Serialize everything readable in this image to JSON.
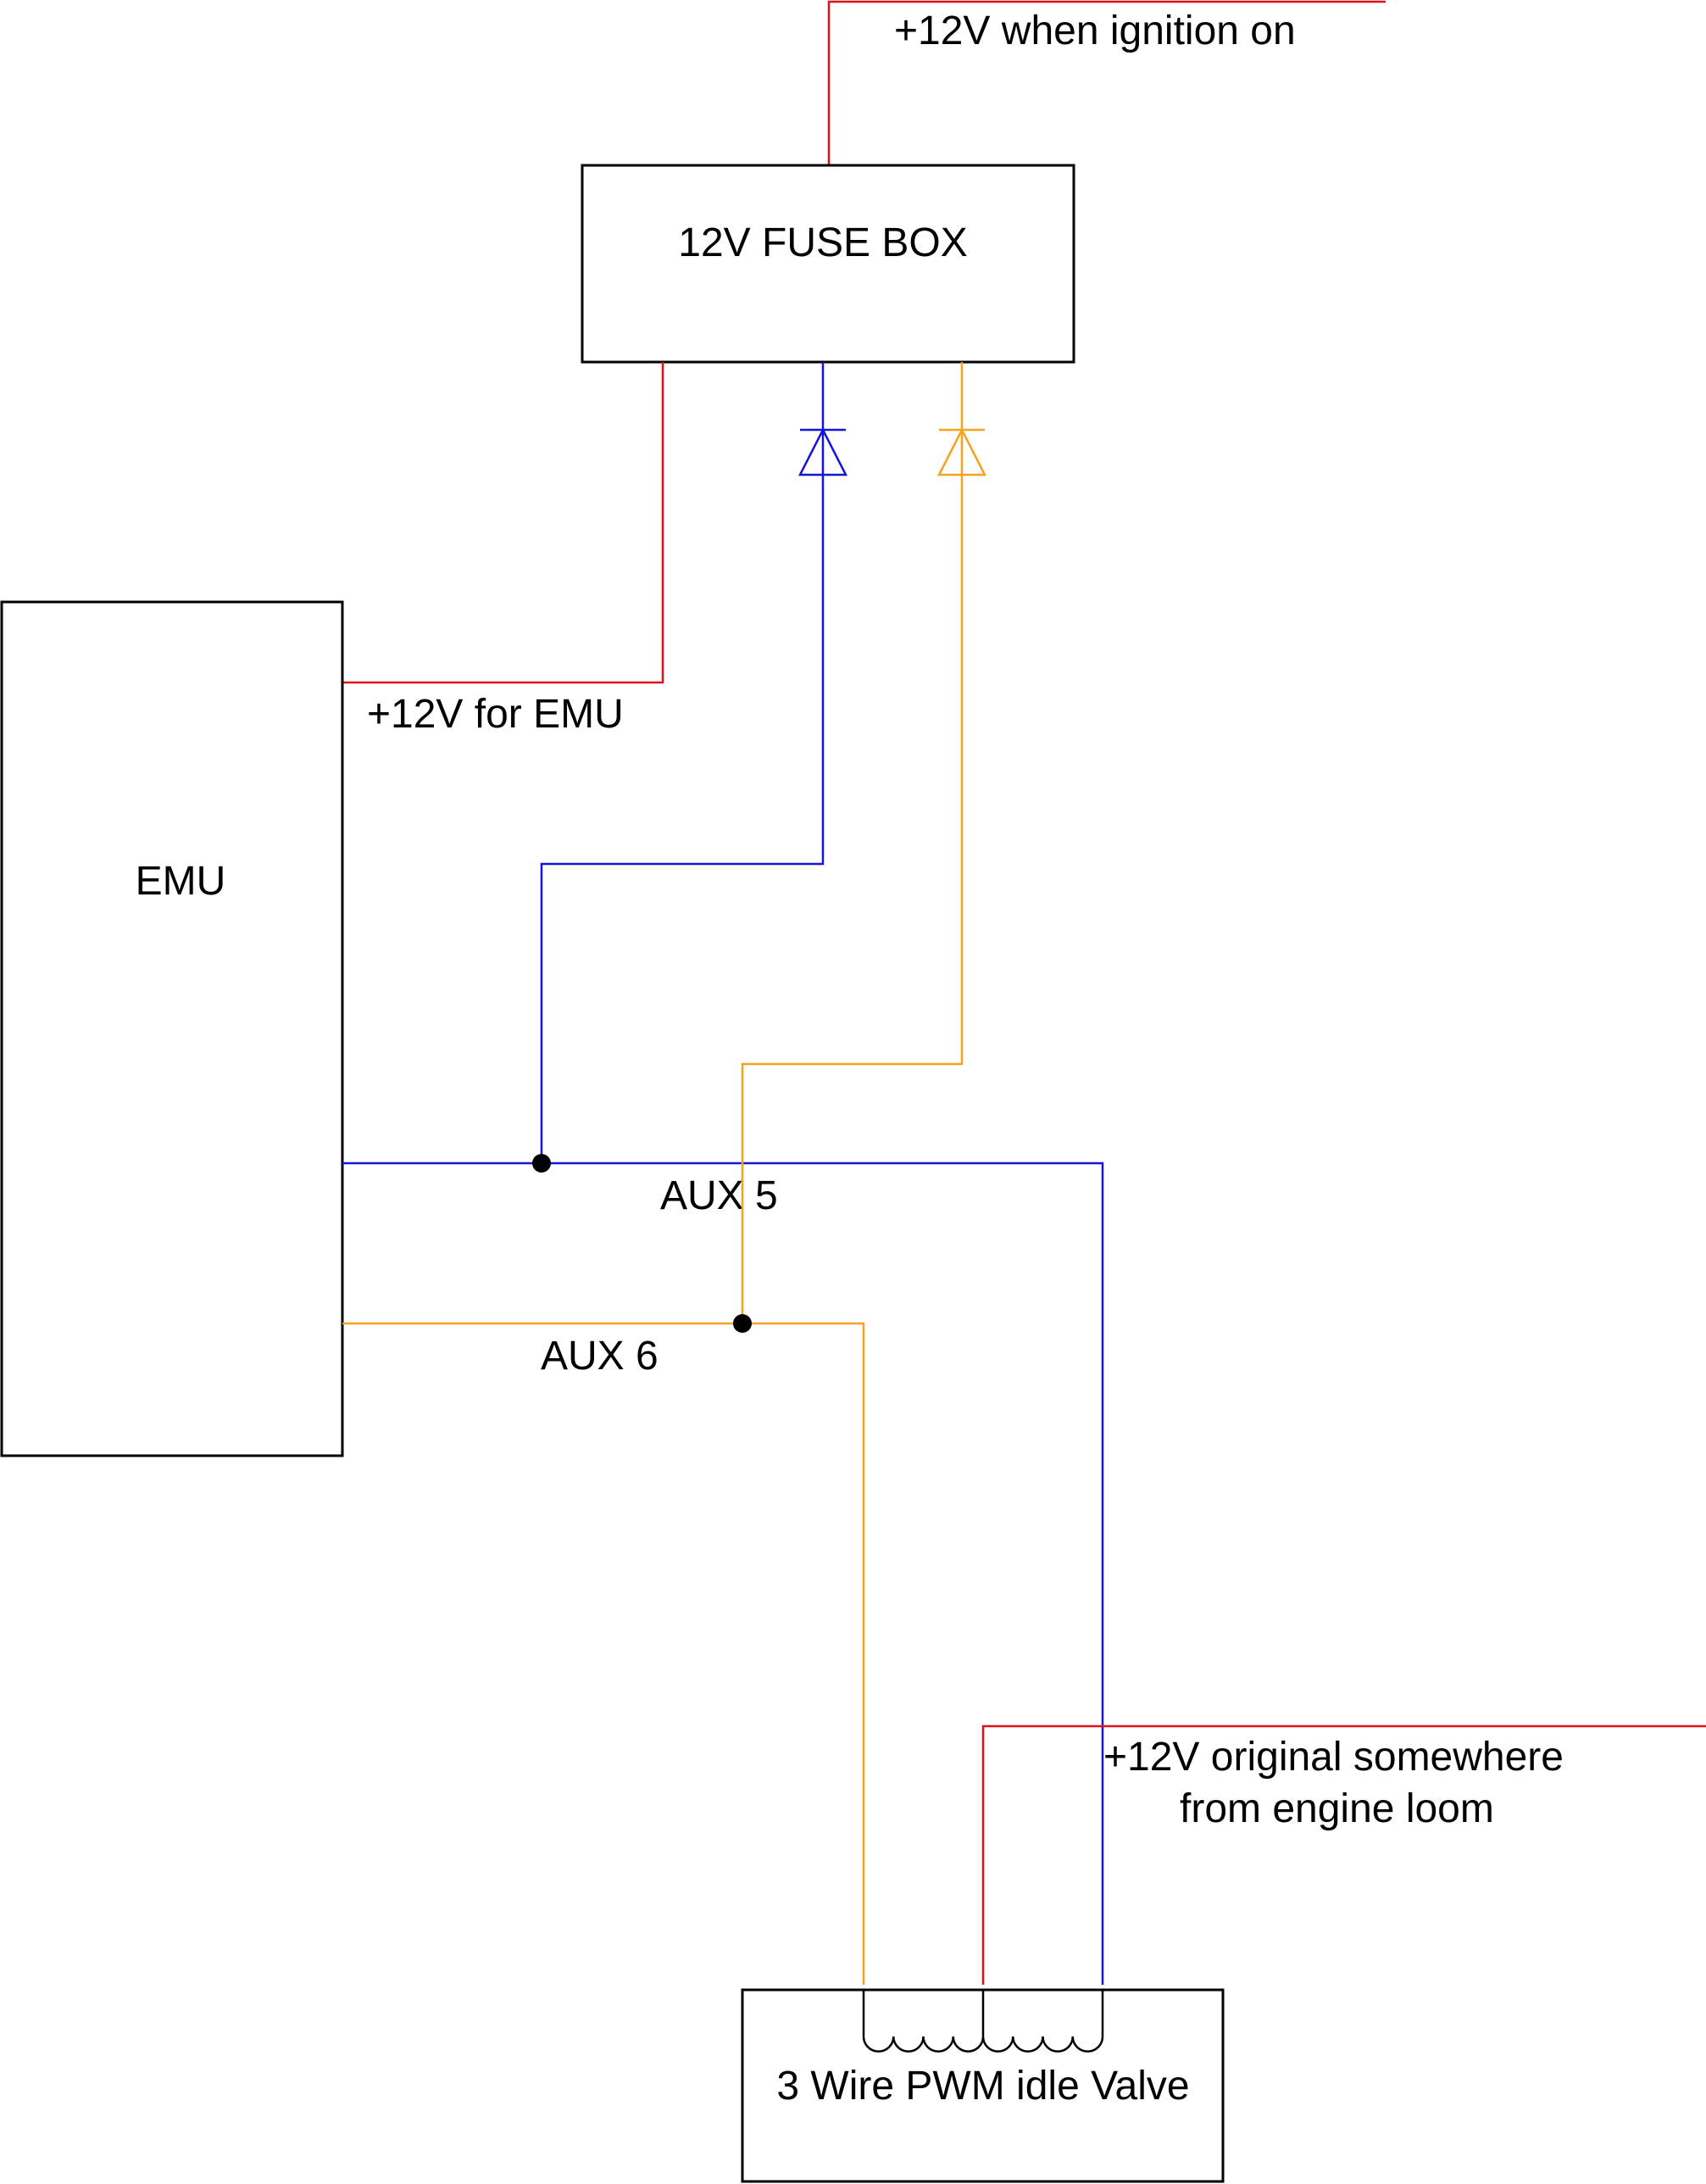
{
  "diagram": {
    "title": "3 Wire PWM idle valve wiring",
    "colors": {
      "power": "#e0101a",
      "aux5": "#1414d8",
      "aux6": "#f5a21c",
      "outline": "#000000"
    },
    "labels": {
      "ignition": "+12V when ignition on",
      "fuse_box": "12V FUSE BOX",
      "emu_power": "+12V for EMU",
      "emu": "EMU",
      "aux5": "AUX 5",
      "aux6": "AUX 6",
      "original_12v_line1": "+12V original somewhere",
      "original_12v_line2": "from engine loom",
      "valve": "3 Wire PWM idle Valve"
    },
    "components": [
      {
        "id": "fuse-box",
        "label": "12V FUSE BOX"
      },
      {
        "id": "emu",
        "label": "EMU"
      },
      {
        "id": "idle-valve",
        "label": "3 Wire PWM idle Valve"
      },
      {
        "id": "diode-aux5",
        "color": "aux5"
      },
      {
        "id": "diode-aux6",
        "color": "aux6"
      }
    ],
    "coil_turns_per_side": 4
  }
}
